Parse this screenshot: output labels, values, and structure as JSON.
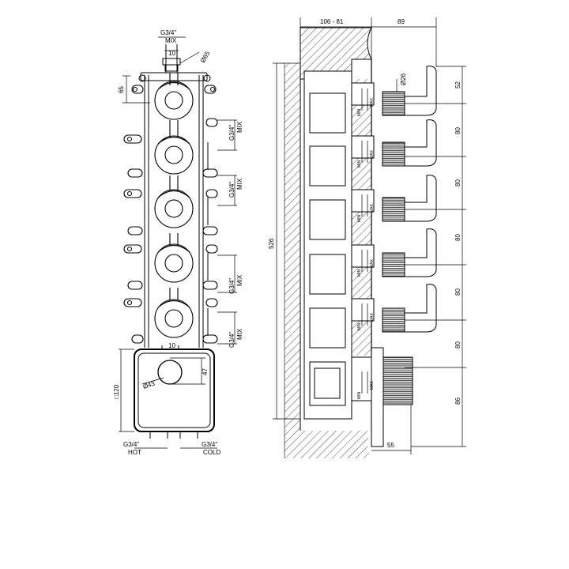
{
  "front_view": {
    "top_connection": {
      "size": "G3/4\"",
      "label": "MIX"
    },
    "top_offset": "10",
    "pipe_diameter": "Ø65",
    "height_dim": "65",
    "outlets": [
      {
        "size": "G3/4\"",
        "label": "MIX"
      },
      {
        "size": "G3/4\"",
        "label": "MIX"
      },
      {
        "size": "G3/4\"",
        "label": "MIX"
      },
      {
        "size": "G3/4\"",
        "label": "MIX"
      }
    ],
    "mixer_offset": "10",
    "mixer_height": "47",
    "mixer_diameter": "Ø43",
    "box_size": "□120",
    "hot": {
      "size": "G3/4\"",
      "label": "HOT"
    },
    "cold": {
      "size": "G3/4\"",
      "label": "COLD"
    }
  },
  "side_view": {
    "depth_range": "106 - 81",
    "protrusion": "89",
    "knob_diameter": "Ø26",
    "total_height": "526",
    "pitch_dims": [
      "52",
      "80",
      "80",
      "80",
      "80",
      "80",
      "86"
    ],
    "bottom_dim": "55",
    "min_label": "MIN",
    "max_label": "MAX"
  }
}
